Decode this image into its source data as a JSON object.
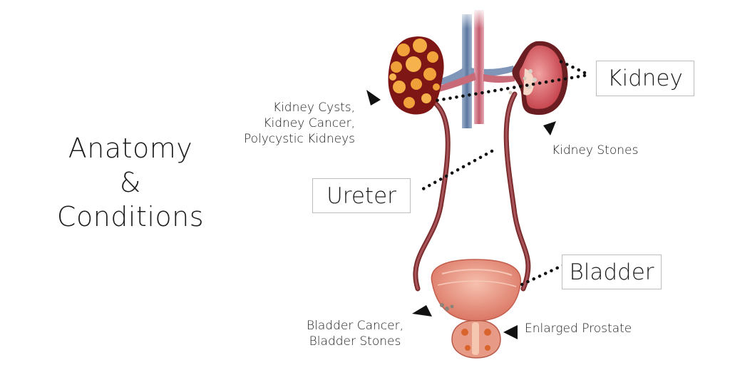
{
  "title": {
    "line1": "Anatomy",
    "line2": "&",
    "line3": "Conditions"
  },
  "labels": {
    "kidney": "Kidney",
    "ureter": "Ureter",
    "bladder": "Bladder"
  },
  "conditions": {
    "kidney_left": [
      "Kidney Cysts,",
      "Kidney Cancer,",
      "Polycystic Kidneys"
    ],
    "kidney_stones": "Kidney Stones",
    "bladder": [
      "Bladder Cancer,",
      "Bladder Stones"
    ],
    "prostate": "Enlarged Prostate"
  },
  "colors": {
    "kidney_diseased": "#8b1a1a",
    "cyst": "#f2a23a",
    "kidney_healthy": "#e8737a",
    "ureter": "#8e3a3a",
    "artery": "#c96a78",
    "vein": "#6f86a8",
    "bladder": "#ec9a84"
  }
}
